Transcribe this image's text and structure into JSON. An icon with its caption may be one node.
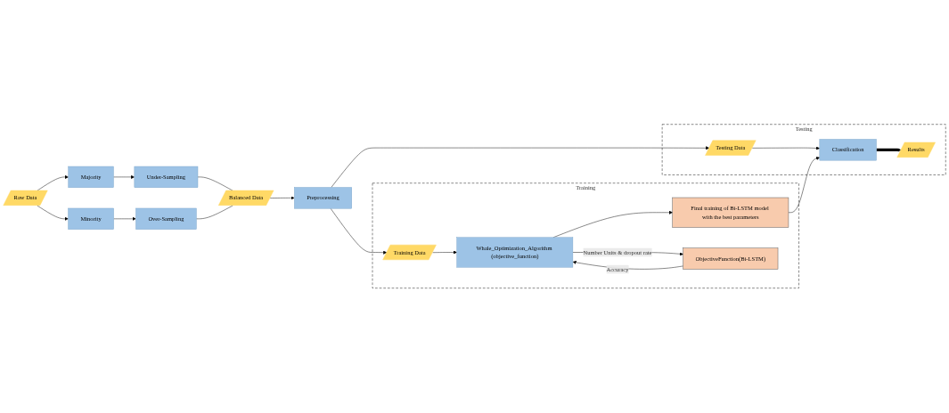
{
  "diagram": {
    "nodes": [
      {
        "text": [
          "Testing"
        ]
      },
      {
        "text": [
          "Raw Data"
        ]
      },
      {
        "text": [
          "Preprocessing"
        ]
      },
      {
        "text": [
          "Testing Data"
        ],
        "in": 0
      },
      {
        "text": [
          "Classification"
        ],
        "in": 0
      },
      {
        "text": [
          "Results"
        ],
        "in": 0
      },
      {
        "text": [
          "Training"
        ]
      },
      {
        "text": [
          "Training Data"
        ],
        "in": 6
      },
      {
        "text": [
          "Majority"
        ]
      },
      {
        "text": [
          "Minority"
        ]
      },
      {
        "text": [
          "Whale_Optimization_Algorithm (objective_function)"
        ],
        "in": 6
      },
      {
        "text": [
          "Final training of Bi-LSTM model with the best parameters"
        ],
        "in": 6
      },
      {
        "text": [
          "Under-Sampling"
        ]
      },
      {
        "text": [
          "Over-Sampling"
        ]
      },
      {
        "text": [
          "ObjectiveFunction(Bi-LSTM)"
        ],
        "in": 6
      },
      {
        "text": [
          "Balanced Data"
        ]
      }
    ],
    "edges": [
      {
        "from": 1,
        "to": 8,
        "arrow": "to"
      },
      {
        "from": 1,
        "to": 9,
        "arrow": "to"
      },
      {
        "from": 8,
        "to": 12,
        "arrow": "to"
      },
      {
        "from": 9,
        "to": 13,
        "arrow": "to"
      },
      {
        "from": 12,
        "to": 15,
        "arrow": "none"
      },
      {
        "from": 13,
        "to": 15,
        "arrow": "none"
      },
      {
        "from": 15,
        "to": 2,
        "arrow": "to"
      },
      {
        "from": 2,
        "to": 3,
        "arrow": "to"
      },
      {
        "from": 2,
        "to": 7,
        "arrow": "to"
      },
      {
        "from": 3,
        "to": 4,
        "arrow": "to"
      },
      {
        "from": 4,
        "to": 5,
        "arrow": "to",
        "style": "thick"
      },
      {
        "from": 7,
        "to": 10,
        "arrow": "to"
      },
      {
        "from": 10,
        "to": 11,
        "arrow": "to"
      },
      {
        "from": 14,
        "to": 10,
        "label": "Accuracy",
        "arrow": "to"
      },
      {
        "from": 10,
        "to": 14,
        "label": "Number Units & dropout rate",
        "arrow": "to"
      },
      {
        "from": 11,
        "to": 4,
        "arrow": "to"
      }
    ]
  }
}
